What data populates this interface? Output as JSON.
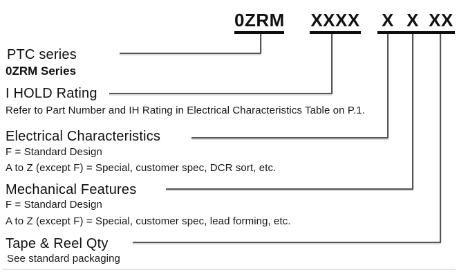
{
  "part_number": {
    "series_code": "0ZRM",
    "ihold_code": "XXXX",
    "electrical_code": "X",
    "mechanical_code": "X",
    "tape_reel_code": "XX"
  },
  "sections": {
    "ptc": {
      "title": "PTC series",
      "subtitle": "0ZRM Series"
    },
    "ihold": {
      "title": "I HOLD Rating",
      "note": "Refer to Part Number and IH Rating in Electrical Characteristics Table on P.1."
    },
    "electrical": {
      "title": "Electrical Characteristics",
      "line1": "F = Standard Design",
      "line2": "A to Z (except F) = Special, customer spec, DCR sort, etc."
    },
    "mechanical": {
      "title": "Mechanical Features",
      "line1": "F = Standard Design",
      "line2": "A to Z (except F) = Special, customer spec, lead forming, etc."
    },
    "tape_reel": {
      "title": "Tape & Reel Qty",
      "note": "See standard packaging"
    }
  },
  "colors": {
    "text": "#111111",
    "connector": "#565656",
    "underline": "#0d0d0d"
  }
}
